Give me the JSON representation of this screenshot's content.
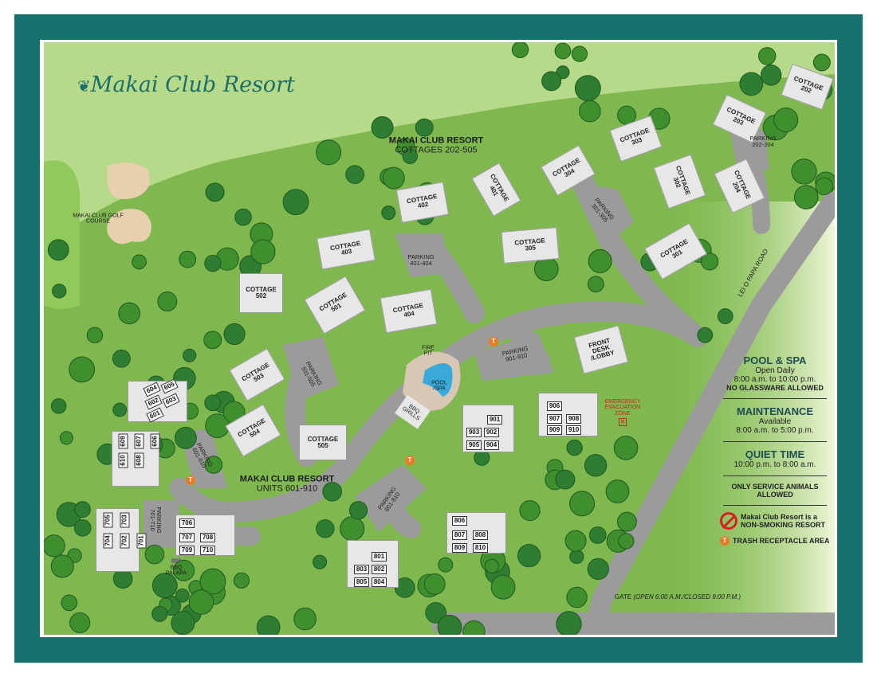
{
  "title": "Makai Club Resort",
  "area_labels": {
    "cottages_name": "MAKAI CLUB RESORT",
    "cottages_range": "COTTAGES 202-505",
    "units_name": "MAKAI CLUB RESORT",
    "units_range": "UNITS 601-910",
    "golf": "MAKAI CLUB GOLF COURSE",
    "road": "LEI O PAPA ROAD",
    "fire_pit": "FIRE PIT",
    "pool": "POOL /SPA",
    "bbq_grills": "BBQ GRILLS",
    "bbq_palapa": "BBQ PALAPA",
    "front_desk": "FRONT DESK /LOBBY",
    "emergency": "EMERGENCY EVACUATION ZONE",
    "gate": "GATE",
    "gate_hours": "(OPEN 6:00 A.M./CLOSED 9:00 P.M.)"
  },
  "cottages": [
    "COTTAGE 202",
    "COTTAGE 203",
    "COTTAGE 303",
    "COTTAGE 304",
    "COTTAGE 302",
    "COTTAGE 204",
    "COTTAGE 401",
    "COTTAGE 402",
    "COTTAGE 305",
    "COTTAGE 301",
    "COTTAGE 403",
    "COTTAGE 502",
    "COTTAGE 501",
    "COTTAGE 404",
    "COTTAGE 503",
    "COTTAGE 504",
    "COTTAGE 505"
  ],
  "parking": [
    "PARKING 202-204",
    "PARKING 301-305",
    "PARKING 401-404",
    "PARKING 501-505",
    "PARKING 901-910",
    "PARKING 601-610",
    "PARKING 701-710",
    "PARKING 801-810"
  ],
  "units": {
    "u600a": [
      "604",
      "605",
      "602",
      "603",
      "601"
    ],
    "u600b": [
      "609",
      "607",
      "606",
      "610",
      "608"
    ],
    "u700a": [
      "705",
      "703",
      "704",
      "702",
      "701"
    ],
    "u700b": [
      "706",
      "707",
      "708",
      "709",
      "710"
    ],
    "u800a": [
      "801",
      "803",
      "802",
      "805",
      "804"
    ],
    "u800b": [
      "806",
      "807",
      "808",
      "809",
      "810"
    ],
    "u900a": [
      "901",
      "903",
      "902",
      "905",
      "904"
    ],
    "u900b": [
      "906",
      "907",
      "908",
      "909",
      "910"
    ]
  },
  "legend": {
    "pool_title": "POOL & SPA",
    "pool_l1": "Open Daily",
    "pool_l2": "8:00 a.m. to 10:00 p.m.",
    "pool_l3": "NO GLASSWARE ALLOWED",
    "maint_title": "MAINTENANCE",
    "maint_l1": "Available",
    "maint_l2": "8:00 a.m. to 5:00 p.m.",
    "quiet_title": "QUIET TIME",
    "quiet_l1": "10:00 p.m. to 8:00 a.m.",
    "animals": "ONLY SERVICE ANIMALS ALLOWED",
    "smoking": "Makai Club Resort is a NON-SMOKING RESORT",
    "trash": "TRASH RECEPTACLE AREA",
    "trash_glyph": "T"
  },
  "colors": {
    "frame": "#17716f",
    "grass": "#7fb84f",
    "road": "#9b9b9b",
    "trash": "#e97b24"
  }
}
